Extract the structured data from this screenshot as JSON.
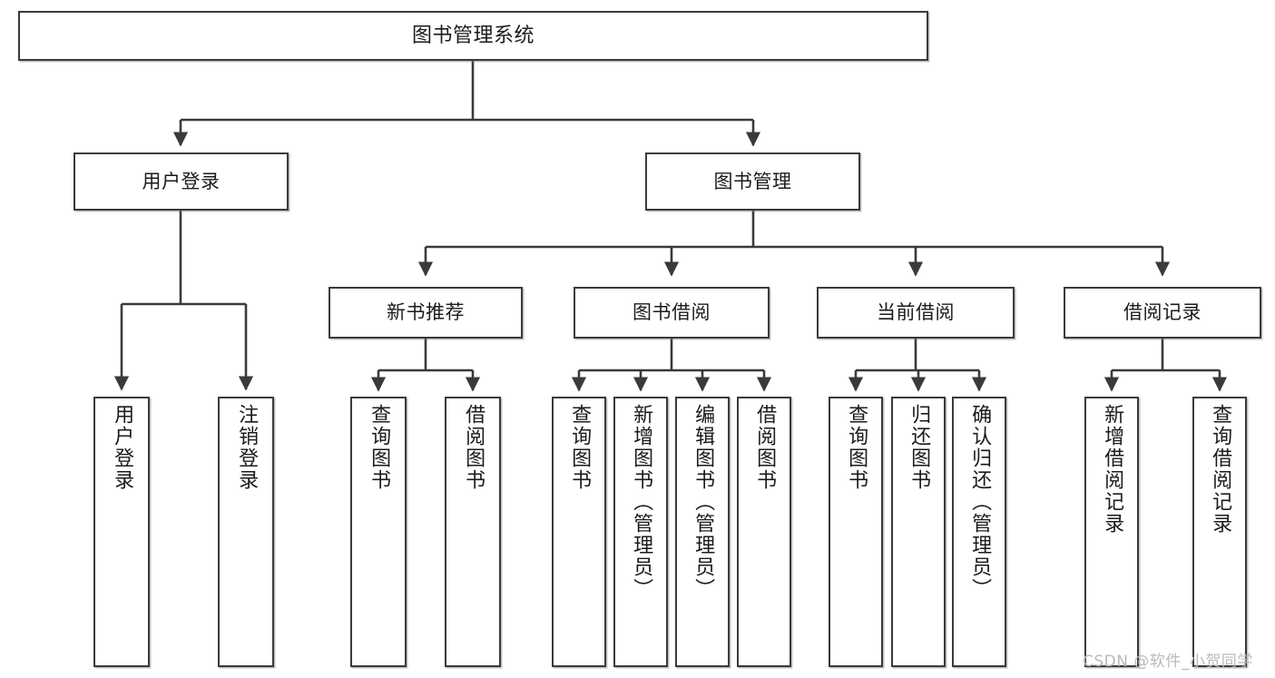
{
  "diagram": {
    "title_text": "图书管理系统",
    "watermark": "CSDN @软件_小贺同学",
    "nodes": {
      "root": {
        "label": "图书管理系统"
      },
      "level1": [
        {
          "key": "user-login",
          "label": "用户登录"
        },
        {
          "key": "book-management",
          "label": "图书管理"
        }
      ],
      "level2": [
        {
          "key": "new-book-recommend",
          "label": "新书推荐"
        },
        {
          "key": "book-borrow",
          "label": "图书借阅"
        },
        {
          "key": "current-borrow",
          "label": "当前借阅"
        },
        {
          "key": "borrow-record",
          "label": "借阅记录"
        }
      ],
      "leaves": {
        "user-login": [
          {
            "key": "user-login-leaf",
            "label": "用户登录"
          },
          {
            "key": "logout-leaf",
            "label": "注销登录"
          }
        ],
        "new-book-recommend": [
          {
            "key": "query-book-1",
            "label": "查询图书"
          },
          {
            "key": "borrow-book-1",
            "label": "借阅图书"
          }
        ],
        "book-borrow": [
          {
            "key": "query-book-2",
            "label": "查询图书"
          },
          {
            "key": "add-book",
            "label": "新增图书（管理员）"
          },
          {
            "key": "edit-book",
            "label": "编辑图书（管理员）"
          },
          {
            "key": "borrow-book-2",
            "label": "借阅图书"
          }
        ],
        "current-borrow": [
          {
            "key": "query-book-3",
            "label": "查询图书"
          },
          {
            "key": "return-book",
            "label": "归还图书"
          },
          {
            "key": "confirm-return",
            "label": "确认归还（管理员）"
          }
        ],
        "borrow-record": [
          {
            "key": "add-borrow-record",
            "label": "新增借阅记录"
          },
          {
            "key": "query-borrow-record",
            "label": "查询借阅记录"
          }
        ]
      }
    },
    "colors": {
      "border": "#3a3a3a",
      "text": "#1b1b1b",
      "background": "#ffffff",
      "watermark": "#b9b9b9"
    }
  }
}
